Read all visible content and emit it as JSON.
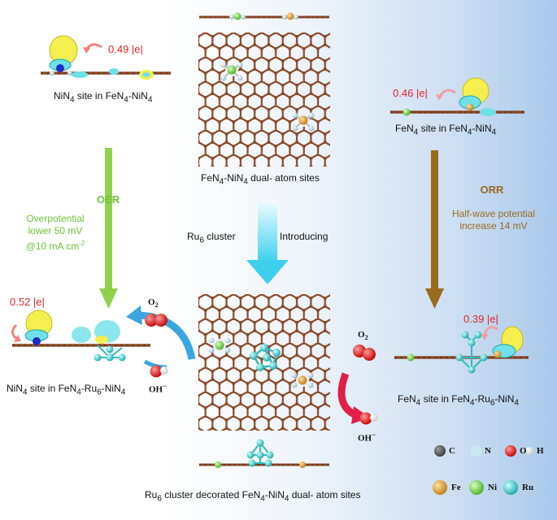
{
  "top_left": {
    "charge": "0.49 |e|",
    "caption_main": "NiN",
    "caption_sub1": "4",
    "caption_mid": " site in FeN",
    "caption_sub2": "4",
    "caption_tail": "-NiN",
    "caption_sub3": "4"
  },
  "top_right": {
    "charge": "0.46 |e|",
    "caption_main": "FeN",
    "caption_sub1": "4",
    "caption_mid": " site in FeN",
    "caption_sub2": "4",
    "caption_tail": "-NiN",
    "caption_sub3": "4"
  },
  "center_top": {
    "caption_a": "FeN",
    "sub1": "4",
    "caption_b": "-NiN",
    "sub2": "4",
    "caption_c": " dual- atom sites"
  },
  "oer": {
    "title": "OER",
    "line1": "Overpotential",
    "line2": "lower 50 mV",
    "line3": "@10 mA cm",
    "sup": "-2"
  },
  "orr": {
    "title": "ORR",
    "line1": "Half-wave potential",
    "line2": "increase 14 mV"
  },
  "arrow_center": {
    "left_a": "Ru",
    "left_sub": "6",
    "left_b": " cluster",
    "right": "Introducing"
  },
  "bottom_left": {
    "charge": "0.52 |e|",
    "c1": "NiN",
    "s1": "4",
    "c2": " site in FeN",
    "s2": "4",
    "c3": "-Ru",
    "s3": "6",
    "c4": "-NiN",
    "s4": "4"
  },
  "bottom_right": {
    "charge": "0.39 |e|",
    "c1": "FeN",
    "s1": "4",
    "c2": " site in FeN",
    "s2": "4",
    "c3": "-Ru",
    "s3": "6",
    "c4": "-NiN",
    "s4": "4"
  },
  "bottom_center": {
    "c1": "Ru",
    "s1": "6",
    "c2": " cluster decorated FeN",
    "s2": "4",
    "c3": "-NiN",
    "s3": "4",
    "c4": " dual- atom sites"
  },
  "species": {
    "o2_left": "O",
    "o2_left_sub": "2",
    "oh_left": "OH",
    "oh_left_sup": "−",
    "o2_right": "O",
    "o2_right_sub": "2",
    "oh_right": "OH",
    "oh_right_sup": "−"
  },
  "legend": {
    "c": "C",
    "n": "N",
    "o": "O",
    "h": "H",
    "fe": "Fe",
    "ni": "Ni",
    "ru": "Ru"
  },
  "colors": {
    "carbon": "#8b4a2b",
    "nitrogen": "#b9c6e8",
    "ni": "#7ed957",
    "fe": "#e0a030",
    "ru": "#4fd6d6",
    "oer_green": "#8ed24c",
    "orr_brown": "#9a6a1e"
  }
}
